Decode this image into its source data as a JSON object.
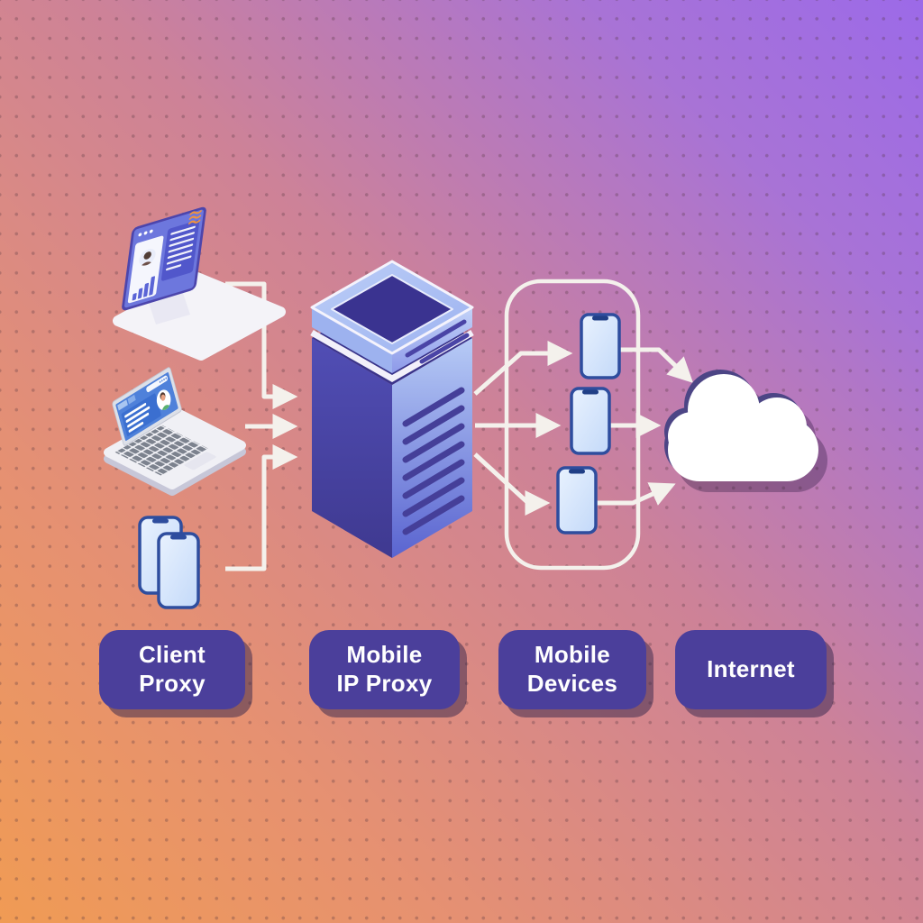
{
  "diagram": {
    "type": "network-flow-illustration",
    "flow_order": [
      "Client Proxy",
      "Mobile IP Proxy",
      "Mobile Devices",
      "Internet"
    ]
  },
  "labels": {
    "client_proxy": {
      "line1": "Client",
      "line2": "Proxy"
    },
    "mobile_ip_proxy": {
      "line1": "Mobile",
      "line2": "IP Proxy"
    },
    "mobile_devices": {
      "line1": "Mobile",
      "line2": "Devices"
    },
    "internet": {
      "line1": "Internet",
      "line2": ""
    }
  },
  "icons": [
    "desktop-browser-icon",
    "laptop-icon",
    "client-smartphones-icon",
    "proxy-server-icon",
    "mobile-phone-icon",
    "internet-cloud-icon"
  ],
  "colors": {
    "node_fill": "#4b3f9b",
    "node_text": "#ffffff",
    "bg_gradient_from": "#f09b54",
    "bg_gradient_to": "#9c6ae8",
    "arrow": "#f4f1ec",
    "server_dark": "#4a46a4",
    "server_light": "#b7cbf6",
    "phone_screen": "#cfe3fb",
    "phone_border": "#2e4d9e",
    "cloud_rim": "#4c4585",
    "accent_orange": "#ef9340"
  }
}
